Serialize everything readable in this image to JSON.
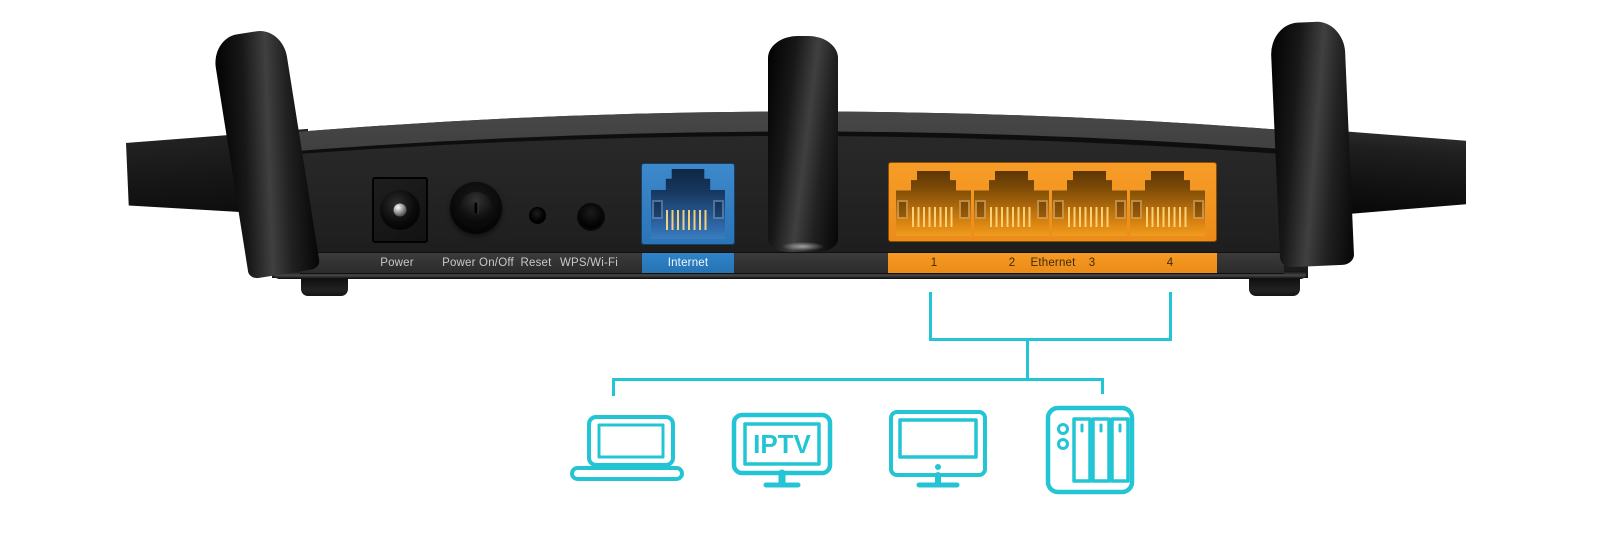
{
  "panel": {
    "power_label": "Power",
    "power_switch_label": "Power On/Off",
    "reset_label": "Reset",
    "wps_label": "WPS/Wi-Fi",
    "internet_label": "Internet",
    "ethernet_label": "Ethernet",
    "port_numbers": [
      "1",
      "2",
      "3",
      "4"
    ]
  },
  "diagram": {
    "iptv_label": "IPTV",
    "devices": [
      {
        "icon": "laptop-icon"
      },
      {
        "icon": "iptv-tv-icon"
      },
      {
        "icon": "desktop-monitor-icon"
      },
      {
        "icon": "nas-server-icon"
      }
    ]
  },
  "colors": {
    "internet_blue": "#2e7fc3",
    "ethernet_orange": "#f2921f",
    "diagram_cyan": "#23c5d4",
    "body_black": "#212121",
    "strip_text": "#c8c8c8",
    "orange_label_text": "#3f2c08"
  }
}
